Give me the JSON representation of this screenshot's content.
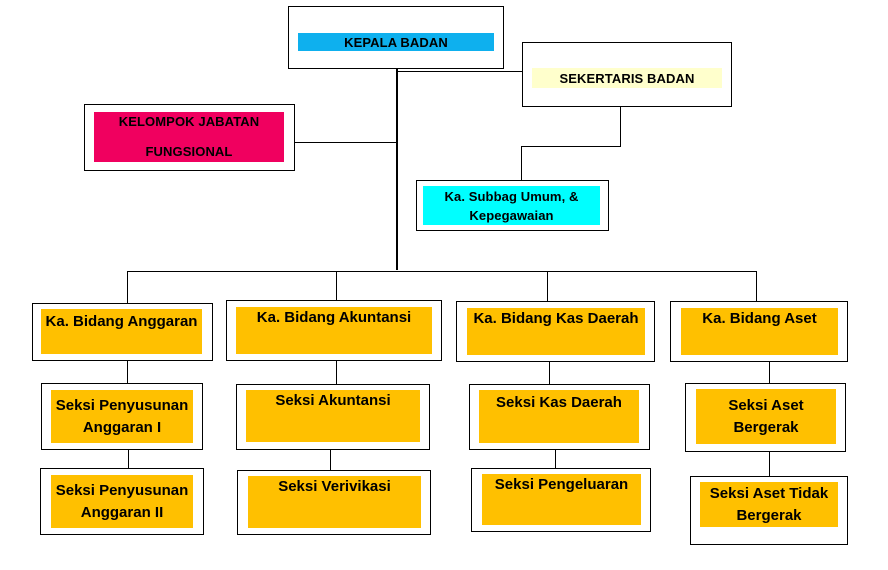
{
  "chart": {
    "kepala_badan": "KEPALA BADAN",
    "sekertaris_badan": "SEKERTARIS BADAN",
    "kelompok_jabatan": {
      "line1": "KELOMPOK JABATAN",
      "line2": "FUNGSIONAL"
    },
    "ka_subbag": {
      "line1": "Ka. Subbag Umum, &",
      "line2": "Kepegawaian"
    },
    "bidang": [
      {
        "head": "Ka. Bidang Anggaran",
        "seksi": [
          {
            "line1": "Seksi Penyusunan",
            "line2": "Anggaran I"
          },
          {
            "line1": "Seksi Penyusunan",
            "line2": "Anggaran II"
          }
        ]
      },
      {
        "head": "Ka. Bidang Akuntansi",
        "seksi": [
          {
            "line1": "Seksi Akuntansi",
            "line2": ""
          },
          {
            "line1": "Seksi Verivikasi",
            "line2": ""
          }
        ]
      },
      {
        "head": "Ka. Bidang Kas Daerah",
        "seksi": [
          {
            "line1": "Seksi Kas Daerah",
            "line2": ""
          },
          {
            "line1": "Seksi Pengeluaran",
            "line2": ""
          }
        ]
      },
      {
        "head": "Ka. Bidang Aset",
        "seksi": [
          {
            "line1": "Seksi Aset",
            "line2": "Bergerak"
          },
          {
            "line1": "Seksi Aset Tidak",
            "line2": "Bergerak"
          }
        ]
      }
    ],
    "colors": {
      "kepala": "#0EB0EE",
      "sekertaris": "#FFFFCC",
      "kelompok": "#F0005F",
      "subbag": "#00FFFF",
      "bidang": "#FFC000"
    }
  }
}
